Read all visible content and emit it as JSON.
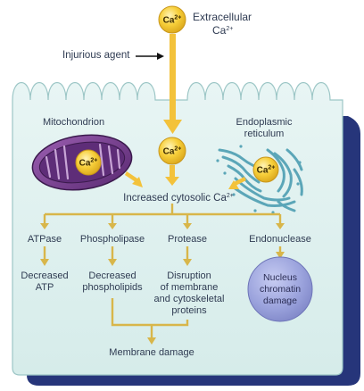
{
  "ca_label": "Ca",
  "ca_charge": "2+",
  "extracellular": {
    "line1": "Extracellular",
    "line2": "Ca",
    "charge": "2+"
  },
  "injurious_agent": "Injurious agent",
  "mitochondrion": "Mitochondrion",
  "er": {
    "line1": "Endoplasmic",
    "line2": "reticulum"
  },
  "cytosolic": {
    "text": "Increased cytosolic Ca",
    "charge": "2+"
  },
  "enzymes": {
    "atpase": "ATPase",
    "phospholipase": "Phospholipase",
    "protease": "Protease",
    "endonuclease": "Endonuclease"
  },
  "effects": {
    "atp": {
      "line1": "Decreased",
      "line2": "ATP"
    },
    "phospholipids": {
      "line1": "Decreased",
      "line2": "phospholipids"
    },
    "disruption": {
      "line1": "Disruption",
      "line2": "of membrane",
      "line3": "and cytoskeletal",
      "line4": "proteins"
    },
    "nucleus": {
      "line1": "Nucleus",
      "line2": "chromatin",
      "line3": "damage"
    }
  },
  "membrane_damage": "Membrane damage",
  "colors": {
    "cell_fill": "#dff0ef",
    "cell_border": "#24346e",
    "arrow": "#f3c23b",
    "ca_ball": "#f7c932",
    "mito_outer": "#7a3f8f",
    "mito_inner": "#4b2260",
    "er": "#5ba6b8",
    "nucleus": "#9aa2dc",
    "connector": "#d8b64a"
  }
}
